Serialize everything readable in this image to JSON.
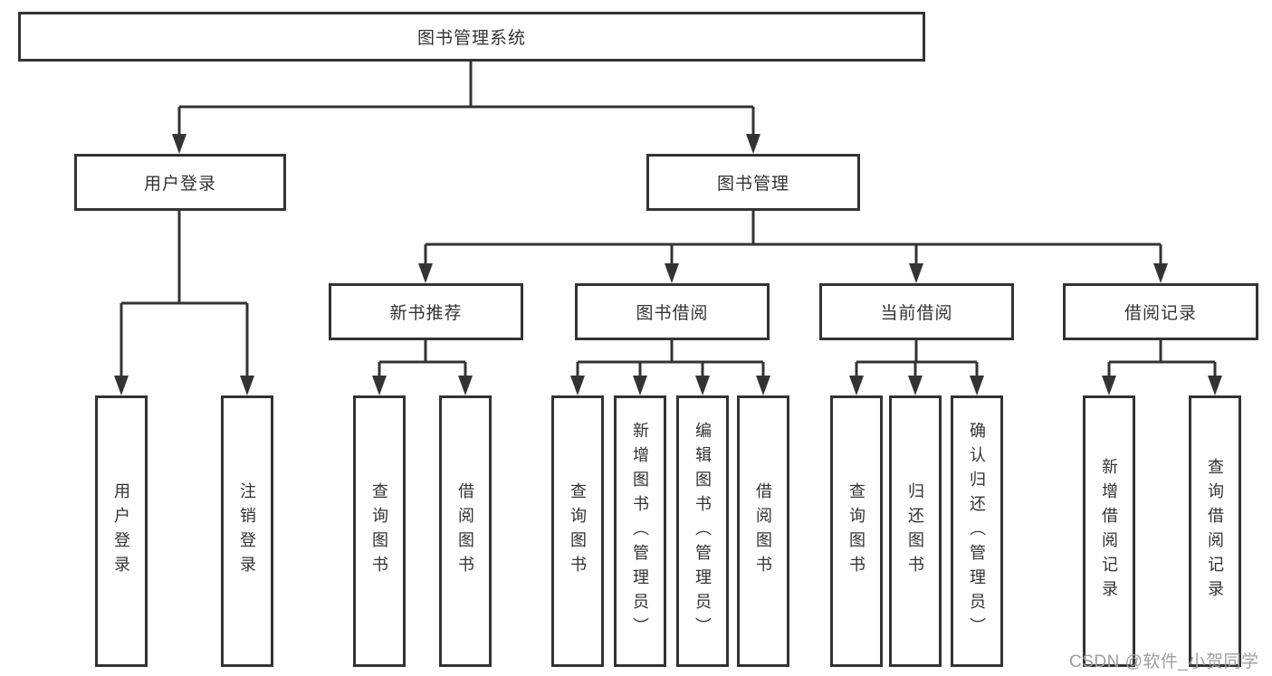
{
  "diagram_title": "图书管理系统",
  "watermark": {
    "text": "CSDN @软件_小贺同学"
  },
  "colors": {
    "line": "#333333",
    "text": "#333333",
    "background": "#ffffff",
    "watermark": "#9e9e9e"
  },
  "tree": {
    "root": {
      "label": "图书管理系统"
    },
    "branches": [
      {
        "label": "用户登录",
        "children": [
          {
            "label": "用户登录"
          },
          {
            "label": "注销登录"
          }
        ]
      },
      {
        "label": "图书管理",
        "children": [
          {
            "label": "新书推荐",
            "children": [
              {
                "label": "查询图书"
              },
              {
                "label": "借阅图书"
              }
            ]
          },
          {
            "label": "图书借阅",
            "children": [
              {
                "label": "查询图书"
              },
              {
                "label": "新增图书（管理员）"
              },
              {
                "label": "编辑图书（管理员）"
              },
              {
                "label": "借阅图书"
              }
            ]
          },
          {
            "label": "当前借阅",
            "children": [
              {
                "label": "查询图书"
              },
              {
                "label": "归还图书"
              },
              {
                "label": "确认归还（管理员）"
              }
            ]
          },
          {
            "label": "借阅记录",
            "children": [
              {
                "label": "新增借阅记录"
              },
              {
                "label": "查询借阅记录"
              }
            ]
          }
        ]
      }
    ]
  }
}
